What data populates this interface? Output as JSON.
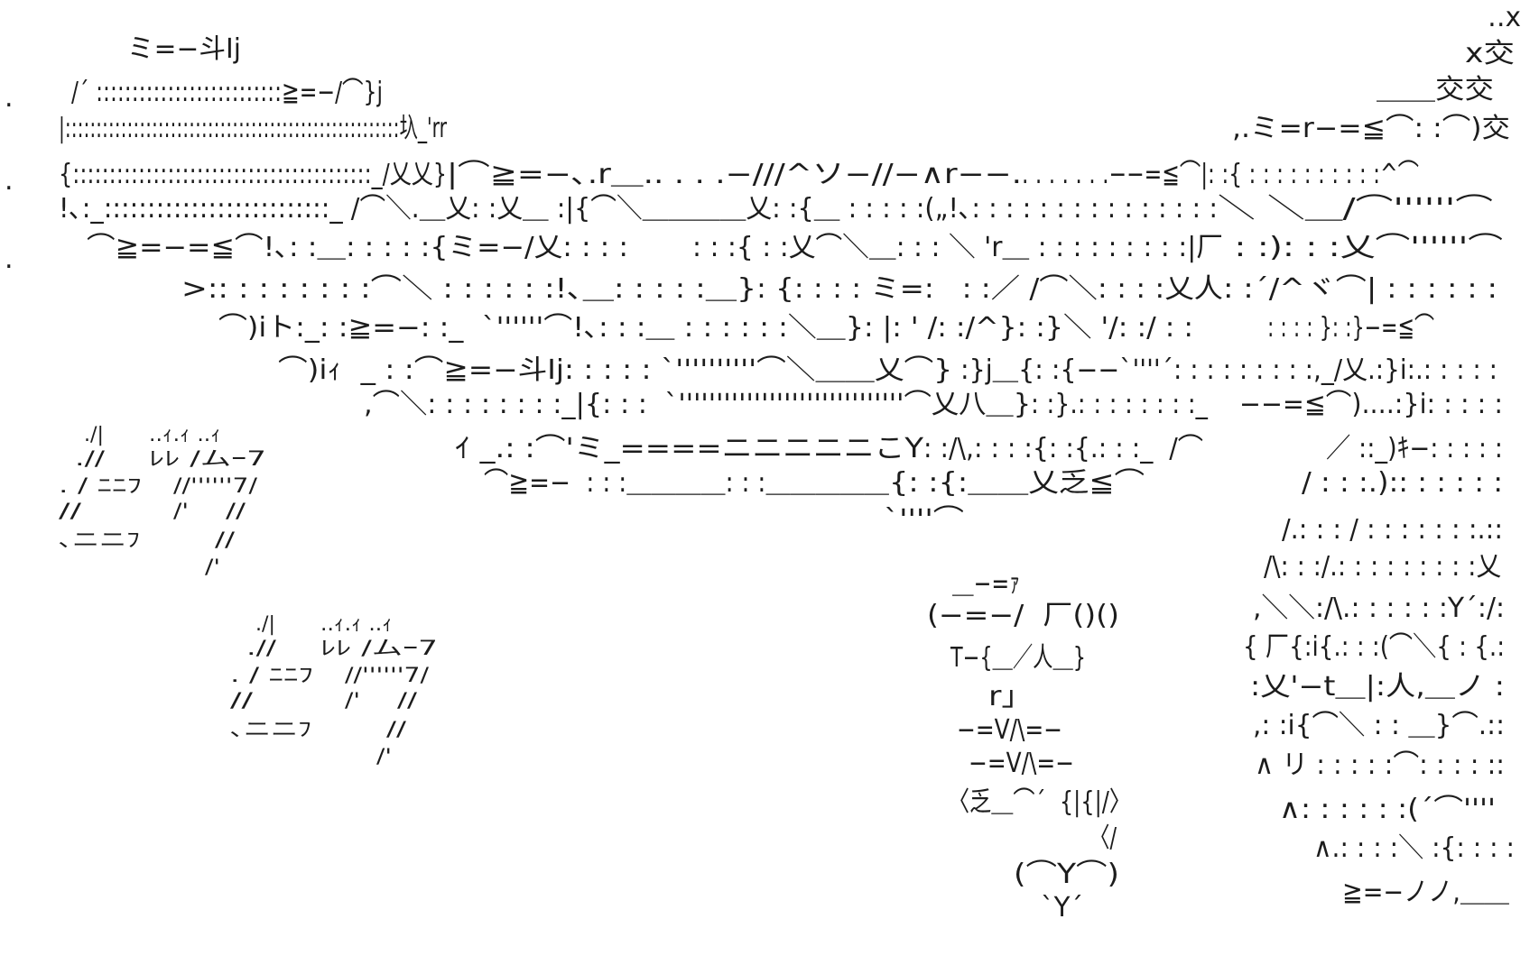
{
  "top_right": [
    "‥x",
    "x交",
    "＿＿交交",
    ",.ミ=r−=≦⌒: :⌒)交"
  ],
  "edge_marks": [
    ".",
    ".",
    "."
  ],
  "main_art": {
    "rows": [
      {
        "segments": [
          "ミ=−斗Ij"
        ]
      },
      {
        "segments": [
          "/´ ::::::::::::::::::::::::::≧=−/⌒}j"
        ]
      },
      {
        "segments": [
          "|::::::::::::::::::::::::::::::::::::::::::::::::::::::圦_'rr"
        ]
      },
      {
        "segments": [
          "{:::::::::::::::::::::::::::::::::::::::::_/乂乂}",
          "|⌒≧=−､.r＿.. . . .−///^ソ−//−∧r−−.",
          ". . . . . . .−−=≦⌒|: :{ : : : : : : : : : :^⌒"
        ]
      },
      {
        "segments": [
          "!､:_::::::::::::::::::::::::::_ /⌒＼.＿乂: :乂＿ :|",
          "{⌒＼＿＿＿＿乂: :{＿ : : : : :(„!､: : : : : : : : : : : : : : :",
          "＼ ＼＿/⌒''''''⌒"
        ]
      },
      {
        "segments": [
          "⌒≧=−=≦⌒!､: :＿: : : : :{ミ=−/乂: : : :",
          ": : :{ : :乂⌒＼＿: : : ＼ 'r＿ : : : : : : : : :|厂",
          " : :): : :乂⌒''''''⌒"
        ]
      },
      {
        "segments": [
          ">:: : : : : : : :⌒＼ : : : : : :!､＿: : : : :＿}",
          ": {: : : : ミ=:   : :／ /⌒＼: : : :乂人",
          ": :´/^ヾ⌒| : : : : : :"
        ]
      },
      {
        "segments": [
          "⌒)iト:_: :≧=−: :_  `''''''⌒!､: : :＿ : : : : : :＼＿}",
          ": |: ' /: :/^}: :}＼ '/: :/ : :",
          ": : : : }: :}−=≦⌒"
        ]
      },
      {
        "segments": [
          "⌒)iｨ  _ : :⌒≧=−斗Ij: : : : : `''''''''''⌒＼＿＿乂⌒}",
          " :}j＿{: :{−−`''''´",
          ": : : : : : : : :,_/乂.:}i:.: : : : :"
        ]
      },
      {
        "segments": [
          ",⌒＼: : : : : : : :_|{: : :  `''''''''''''''''''''''''''''''⌒乂八＿}",
          ": :}.: : : : : : : :_",
          "−−=≦⌒)....:}i: : : : :"
        ]
      },
      {
        "segments": [
          "ｲ _.: :⌒'ミ_====ニニニニニこY",
          ": :/\\,: : : :{: :{.: : :_  /⌒",
          "／ ::_)ｷ−: : : : :"
        ]
      },
      {
        "segments": [
          "⌒≧=−  : : :＿＿＿＿: : :＿＿＿＿＿",
          "{: :{:＿＿乂乏≦⌒",
          "/ : : :.):: : : : : :"
        ]
      },
      {
        "segments": [
          "`''''⌒",
          "/.: : : / : : : : : : :.::"
        ]
      }
    ]
  },
  "right_column": [
    "/\\: : :/.: : : : : : : : :乂",
    ",＼＼:/\\.: : : : : :Y´:/:",
    "{ 厂{:i{.: : :(⌒＼{ : {.:",
    ":乂'−t＿|:人,＿ノ :",
    ",: :i{⌒＼ : : ＿}⌒.::",
    "∧ リ : : : : :⌒: : : : ::",
    "∧: : : : : :(´⌒''''",
    "∧.: : : :＼ :{: : : :",
    "≧=−ノノ,＿＿"
  ],
  "robot": [
    "＿−=ｧ",
    "(−=−/  厂()()",
    "T−{＿／人＿}",
    "r｣",
    "−=V/\\=−",
    "−=V/\\=−",
    "〈乏＿⌒´  {|{|/〉",
    "〈/",
    "(⌒Y⌒)",
    "`Y´"
  ],
  "pizza_caption": {
    "rows": [
      [
        "./|",
        "..ｨ.ｨ ..ｨ"
      ],
      [
        ".//",
        "ﾚﾚ /ムｰ7"
      ],
      [
        ". / ﾆﾆﾌ",
        "//''''''7/"
      ],
      [
        "//",
        "/'",
        "//"
      ],
      [
        "､ニニﾌ",
        "//"
      ],
      [
        "/'"
      ]
    ]
  }
}
